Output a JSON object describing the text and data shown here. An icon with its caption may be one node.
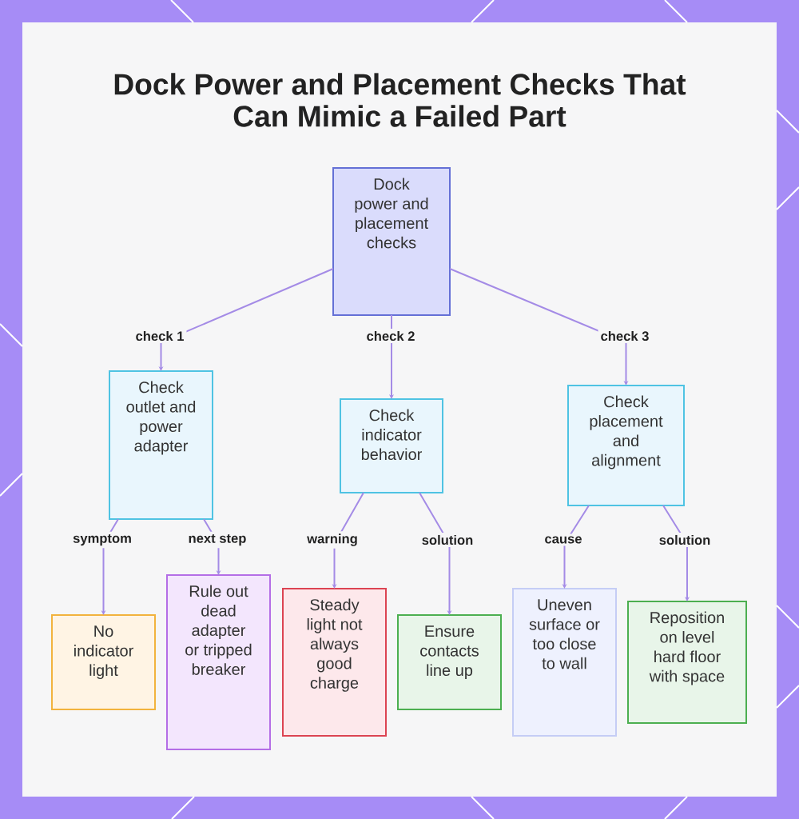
{
  "diagram": {
    "title": "Dock Power and Placement Checks That Can Mimic a Failed Part",
    "nodes": [
      {
        "text": [
          "Dock power and placement checks"
        ]
      },
      {
        "text": [
          "Check outlet and power adapter"
        ]
      },
      {
        "text": [
          "Check indicator behavior"
        ]
      },
      {
        "text": [
          "Check placement and alignment"
        ]
      },
      {
        "text": [
          "No indicator light"
        ]
      },
      {
        "text": [
          "Rule out dead adapter or tripped breaker"
        ]
      },
      {
        "text": [
          "Steady light not always good charge"
        ]
      },
      {
        "text": [
          "Ensure contacts line up"
        ]
      },
      {
        "text": [
          "Uneven surface or too close to wall"
        ]
      },
      {
        "text": [
          "Reposition on level hard floor with space"
        ]
      }
    ],
    "edges": [
      {
        "from": 0,
        "to": 1,
        "arrow": "to",
        "label": "check 1"
      },
      {
        "from": 0,
        "to": 2,
        "arrow": "to",
        "label": "check 2"
      },
      {
        "from": 0,
        "to": 3,
        "arrow": "to",
        "label": "check 3"
      },
      {
        "from": 1,
        "to": 4,
        "arrow": "to",
        "label": "symptom"
      },
      {
        "from": 1,
        "to": 5,
        "arrow": "to",
        "label": "next step"
      },
      {
        "from": 2,
        "to": 6,
        "arrow": "to",
        "label": "warning"
      },
      {
        "from": 2,
        "to": 7,
        "arrow": "to",
        "label": "solution"
      },
      {
        "from": 3,
        "to": 8,
        "arrow": "to",
        "label": "cause"
      },
      {
        "from": 3,
        "to": 9,
        "arrow": "to",
        "label": "solution"
      }
    ]
  }
}
